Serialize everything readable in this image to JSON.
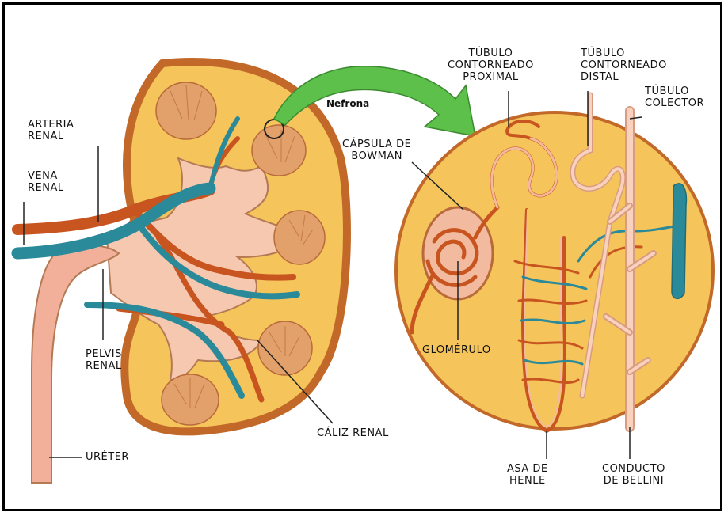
{
  "labels": {
    "arteria_renal": [
      "ARTERIA",
      "RENAL"
    ],
    "vena_renal": [
      "VENA",
      "RENAL"
    ],
    "pelvis_renal": [
      "PELVIS",
      "RENAL"
    ],
    "ureter": "URÉTER",
    "caliz_renal": "CÁLIZ RENAL",
    "nefrona": "Nefrona",
    "capsula_bowman": [
      "CÁPSULA DE",
      "BOWMAN"
    ],
    "glomerulo": "GLOMÉRULO",
    "tubulo_proximal": [
      "TÚBULO",
      "CONTORNEADO",
      "PROXIMAL"
    ],
    "tubulo_distal": [
      "TÚBULO",
      "CONTORNEADO",
      "DISTAL"
    ],
    "tubulo_colector": [
      "TÚBULO",
      "COLECTOR"
    ],
    "asa_henle": [
      "ASA DE",
      "HENLE"
    ],
    "conducto_bellini": [
      "CONDUCTO",
      "DE BELLINI"
    ]
  },
  "colors": {
    "kidney_fill": "#f5c45b",
    "kidney_rim": "#c2692a",
    "pelvis_fill": "#f6c8b0",
    "artery": "#c8541f",
    "vein": "#2a8a9a",
    "arrow": "#5cc04a",
    "pyramid": "#e2a06a",
    "tubule": "#f2bba0"
  }
}
